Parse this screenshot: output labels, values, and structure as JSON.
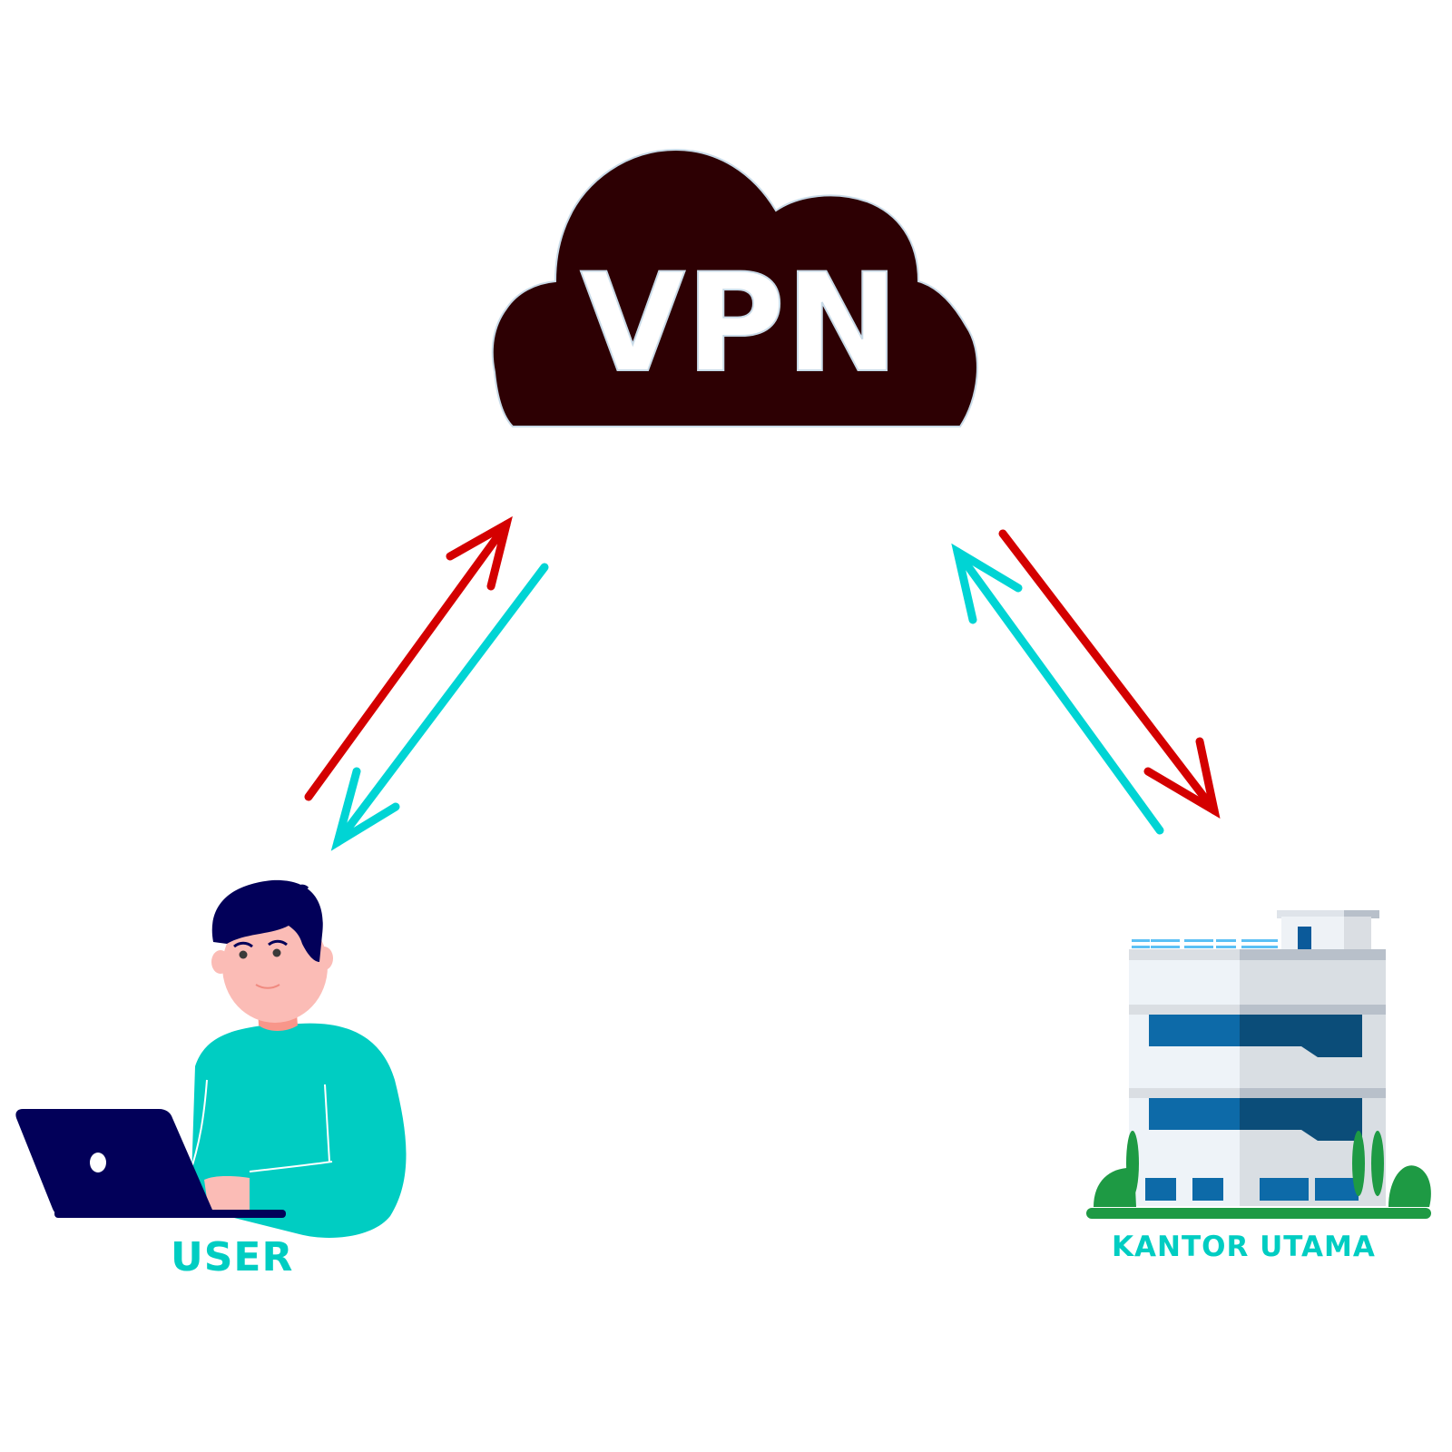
{
  "diagram": {
    "title": "VPN connection diagram",
    "nodes": {
      "vpn": {
        "label": "VPN",
        "icon": "cloud-icon",
        "color": "#2d0003"
      },
      "user": {
        "label": "USER",
        "icon": "person-with-laptop-icon"
      },
      "hq": {
        "label": "KANTOR UTAMA",
        "icon": "office-building-icon"
      }
    },
    "edges": [
      {
        "from": "user",
        "to": "vpn",
        "color": "#d40000",
        "direction": "user-to-vpn"
      },
      {
        "from": "vpn",
        "to": "user",
        "color": "#00d4d4",
        "direction": "vpn-to-user"
      },
      {
        "from": "vpn",
        "to": "hq",
        "color": "#d40000",
        "direction": "vpn-to-hq"
      },
      {
        "from": "hq",
        "to": "vpn",
        "color": "#00d4d4",
        "direction": "hq-to-vpn"
      }
    ],
    "colors": {
      "label": "#00cdc2",
      "request_arrow": "#d40000",
      "response_arrow": "#00d4d4"
    }
  }
}
